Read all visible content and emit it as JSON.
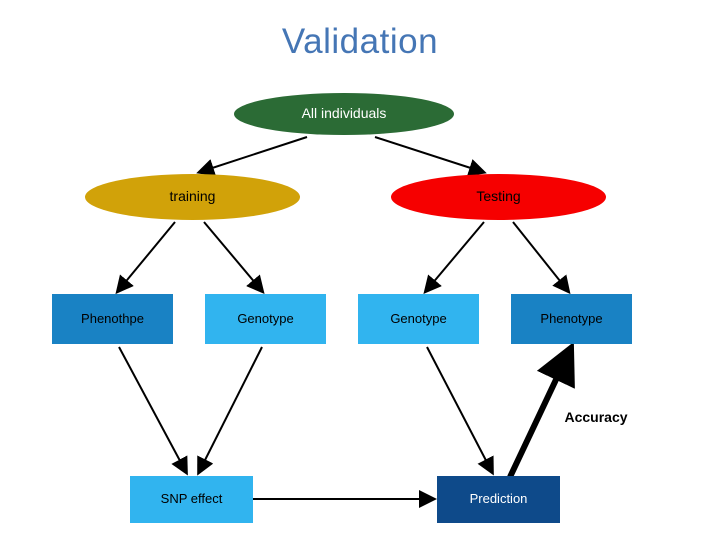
{
  "slide": {
    "title": "Validation",
    "title_color": "#4576b5",
    "background": "#ffffff"
  },
  "nodes": {
    "all_individuals": {
      "label": "All individuals",
      "shape": "ellipse",
      "fill": "#2b6b35",
      "text_color": "#ffffff"
    },
    "training": {
      "label": "training",
      "shape": "ellipse",
      "fill": "#d1a209",
      "text_color": "#000000"
    },
    "testing": {
      "label": "Testing",
      "shape": "ellipse",
      "fill": "#f60000",
      "text_color": "#000000"
    },
    "phenothpe": {
      "label": "Phenothpe",
      "shape": "rect",
      "fill": "#1982c4",
      "text_color": "#000000"
    },
    "genotype_left": {
      "label": "Genotype",
      "shape": "rect",
      "fill": "#31b4ef",
      "text_color": "#000000"
    },
    "genotype_right": {
      "label": "Genotype",
      "shape": "rect",
      "fill": "#31b4ef",
      "text_color": "#000000"
    },
    "phenotype": {
      "label": "Phenotype",
      "shape": "rect",
      "fill": "#1982c4",
      "text_color": "#000000"
    },
    "snp_effect": {
      "label": "SNP effect",
      "shape": "rect",
      "fill": "#31b4ef",
      "text_color": "#000000"
    },
    "prediction": {
      "label": "Prediction",
      "shape": "rect",
      "fill": "#0e4a8a",
      "text_color": "#ffffff"
    }
  },
  "labels": {
    "accuracy": "Accuracy"
  },
  "connectors": {
    "stroke": "#000000",
    "edges": [
      "all-individuals -> training",
      "all-individuals -> testing",
      "training -> phenothpe",
      "training -> genotype-left",
      "testing -> genotype-right",
      "testing -> phenotype",
      "phenothpe -> snp-effect",
      "genotype-left -> snp-effect",
      "genotype-right -> prediction",
      "snp-effect -> prediction",
      "prediction -> phenotype"
    ]
  }
}
